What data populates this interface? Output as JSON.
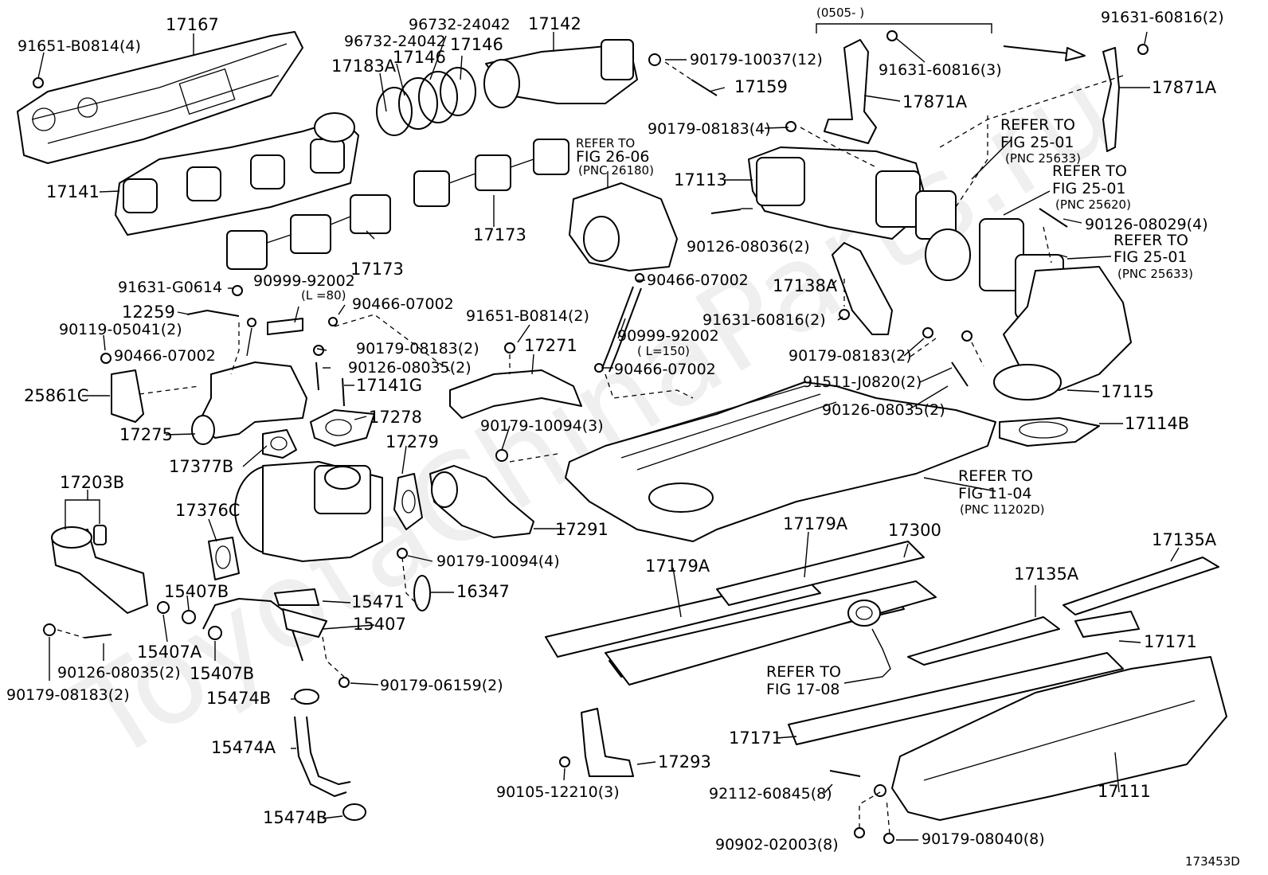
{
  "watermark": "ToyotaChinaParts.ru",
  "figure_code": "173453D",
  "bracket_note": "(0505-        )",
  "labels": {
    "p17167": "17167",
    "p91651_b0814_4": "91651-B0814(4)",
    "p96732_a": "96732-24042",
    "p96732_b": "96732-24042",
    "p17183A": "17183A",
    "p17146_a": "17146",
    "p17146_b": "17146",
    "p17142": "17142",
    "p90179_10037_12": "90179-10037(12)",
    "p17159": "17159",
    "p91631_60816_3": "91631-60816(3)",
    "p17871A_a": "17871A",
    "p91631_60816_2a": "91631-60816(2)",
    "p17871A_b": "17871A",
    "p90179_08183_4": "90179-08183(4)",
    "p17113": "17113",
    "p17141": "17141",
    "p17173_a": "17173",
    "p17173_b": "17173",
    "p90126_08036_2": "90126-08036(2)",
    "p90126_08029_4": "90126-08029(4)",
    "p91631_g0614": "91631-G0614",
    "p90999_92002_a": "90999-92002",
    "p_l80": "(L =80)",
    "p90466_07002_a": "90466-07002",
    "p90466_07002_b": "90466-07002",
    "p17138A": "17138A",
    "p91631_60816_2b": "91631-60816(2)",
    "p12259": "12259",
    "p90119_05041_2": "90119-05041(2)",
    "p90466_07002_c": "90466-07002",
    "p91651_b0814_2": "91651-B0814(2)",
    "p17271": "17271",
    "p90999_92002_b": "90999-92002",
    "p_l150": "( L=150)",
    "p90179_08183_2a": "90179-08183(2)",
    "p90179_08183_2b": "90179-08183(2)",
    "p90126_08035_2a": "90126-08035(2)",
    "p90466_07002_d": "90466-07002",
    "p91511_j0820_2": "91511-J0820(2)",
    "p17115": "17115",
    "p25861C": "25861C",
    "p17141G": "17141G",
    "p90126_08035_2b": "90126-08035(2)",
    "p17278": "17278",
    "p90179_10094_3": "90179-10094(3)",
    "p17114B": "17114B",
    "p17275": "17275",
    "p17279": "17279",
    "p17377B": "17377B",
    "p17203B": "17203B",
    "p17376C": "17376C",
    "p17291": "17291",
    "p17179A_a": "17179A",
    "p17300": "17300",
    "p17135A_a": "17135A",
    "p90179_10094_4": "90179-10094(4)",
    "p17179A_b": "17179A",
    "p17135A_b": "17135A",
    "p15407B_a": "15407B",
    "p15471": "15471",
    "p16347": "16347",
    "p15407": "15407",
    "p17171_a": "17171",
    "p15407A": "15407A",
    "p15407B_b": "15407B",
    "p90126_08035_2c": "90126-08035(2)",
    "p90179_08183_2c": "90179-08183(2)",
    "p90179_06159_2": "90179-06159(2)",
    "p15474B_a": "15474B",
    "p15474A": "15474A",
    "p15474B_b": "15474B",
    "p17171_b": "17171",
    "p17293": "17293",
    "p90105_12210_3": "90105-12210(3)",
    "p92112_60845_8": "92112-60845(8)",
    "p17111": "17111",
    "p90902_02003_8": "90902-02003(8)",
    "p90179_08040_8": "90179-08040(8)"
  },
  "references": {
    "fig26_06": [
      "REFER TO",
      "FIG 26-06",
      "(PNC 26180)"
    ],
    "fig25_01_a": [
      "REFER TO",
      "FIG 25-01",
      "(PNC 25633)"
    ],
    "fig25_01_b": [
      "REFER TO",
      "FIG 25-01",
      "(PNC 25620)"
    ],
    "fig25_01_c": [
      "REFER TO",
      "FIG 25-01",
      "(PNC 25633)"
    ],
    "fig11_04": [
      "REFER TO",
      "FIG 11-04",
      "(PNC 11202D)"
    ],
    "fig17_08": [
      "REFER TO",
      "FIG 17-08"
    ]
  }
}
